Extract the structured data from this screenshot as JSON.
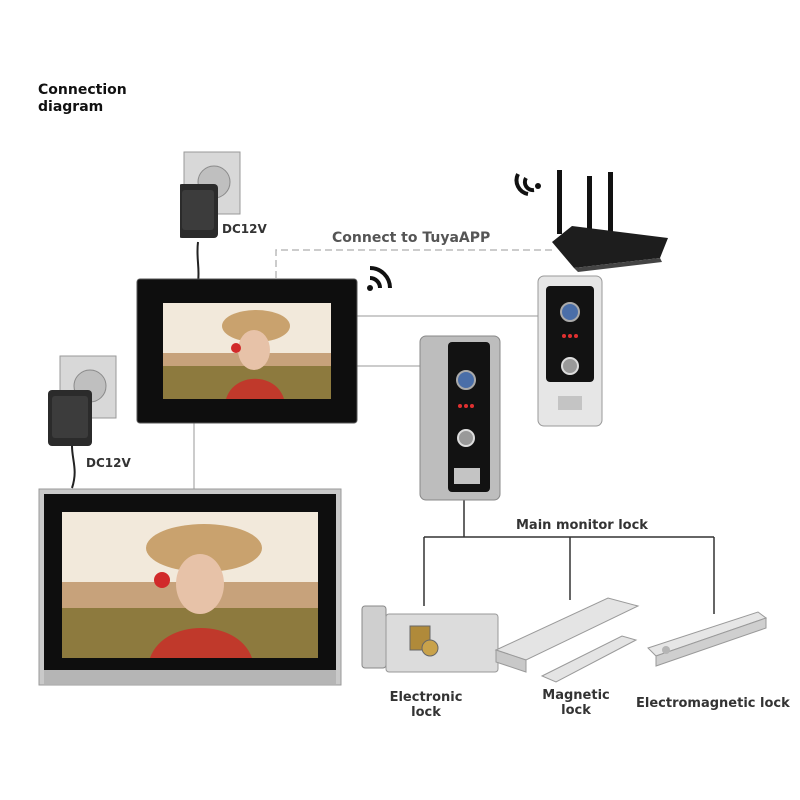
{
  "title": "Connection\ndiagram",
  "power": {
    "top_label": "DC12V",
    "bottom_label": "DC12V"
  },
  "wifi_link_label": "Connect to TuyaAPP",
  "bus_label": "Main monitor lock",
  "locks": [
    {
      "label": "Electronic\nlock"
    },
    {
      "label": "Magnetic\nlock"
    },
    {
      "label": "Electromagnetic lock"
    }
  ]
}
